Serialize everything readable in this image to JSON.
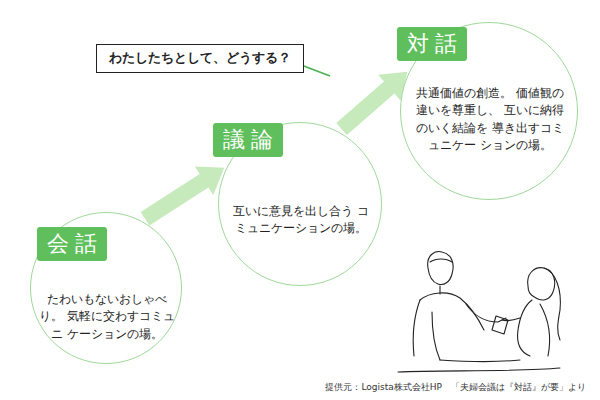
{
  "diagram": {
    "caption": "提供元：Logista株式会社HP　「夫婦会議は『対話』が要」より",
    "nodes": [
      {
        "text": [
          "会話",
          "たわいもないおしゃべり。 気軽に交わすコミュニ ケーションの場。"
        ]
      },
      {
        "text": [
          "議論",
          "互いに意見を出し合う コミュニケーションの場。"
        ]
      },
      {
        "text": [
          "対話",
          "共通価値の創造。 価値観の違いを尊重し、 互いに納得のいく結論を 導き出すコミュニケー ションの場。"
        ]
      },
      {
        "text": [
          "わたしたちとして、どうする？"
        ]
      }
    ],
    "edges": [
      {
        "from": 0,
        "to": 1,
        "arrow": "to"
      },
      {
        "from": 1,
        "to": 2,
        "arrow": "to"
      }
    ]
  }
}
